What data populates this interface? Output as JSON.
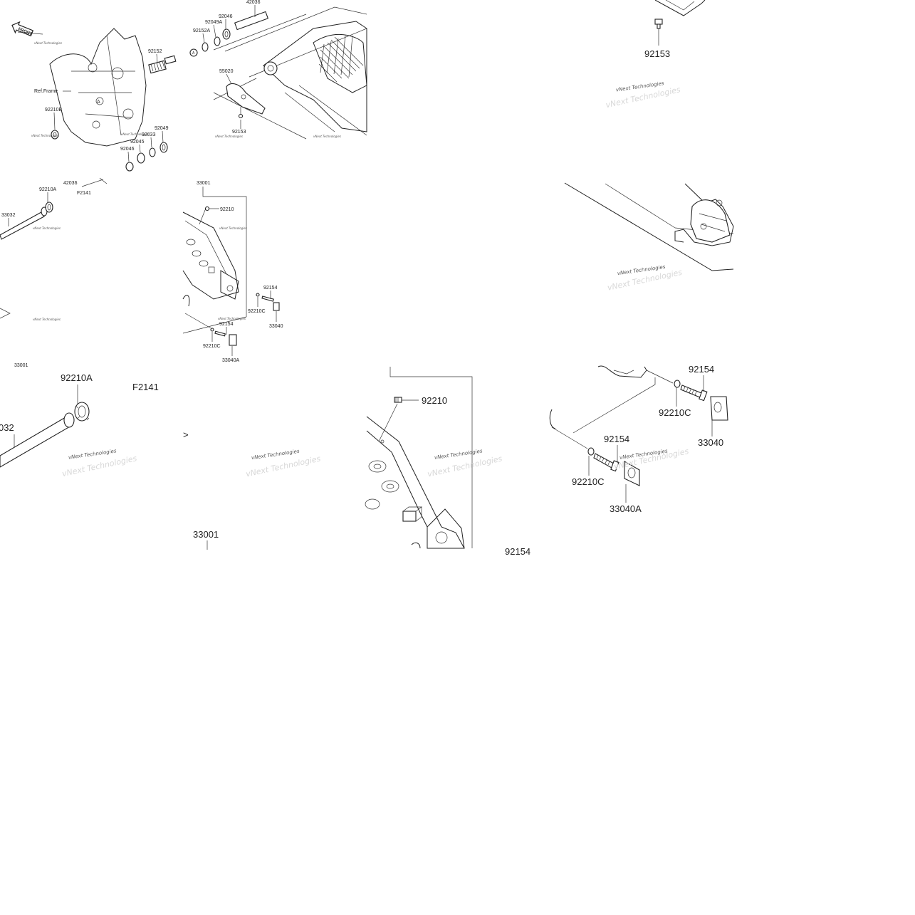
{
  "watermark": "vNext Technologies",
  "front_label": "FRONT",
  "ref_frame": "Ref.Frame",
  "circle_marker": "A",
  "figure_code": "F2141",
  "tile1": {
    "p42036": "42036",
    "p92046a": "92046",
    "p92049a": "92049A",
    "p92152a": "92152A",
    "p92152": "92152",
    "p55020": "55020",
    "p92153": "92153",
    "p92210b": "92210B",
    "p92049": "92049",
    "p92033": "92033",
    "p92045": "92045",
    "p92046b": "92046"
  },
  "tile2": {
    "p92153": "92153"
  },
  "tile3": {
    "p42036": "42036",
    "f2141": "F2141",
    "p92210a": "92210A",
    "p33032": "33032",
    "p33001": "33001"
  },
  "tile4": {
    "p33001": "33001",
    "p92210": "92210",
    "p92154a": "92154",
    "p92210c_a": "92210C",
    "p33040": "33040",
    "p92154b": "92154",
    "p92210c_b": "92210C",
    "p33040a": "33040A"
  },
  "tile5": {
    "p92210a": "92210A",
    "f2141": "F2141",
    "p33032": "032"
  },
  "tile6": {
    "p33001": "33001",
    "arrow": ">"
  },
  "tile7": {
    "p92210": "92210",
    "p92154": "92154"
  },
  "tile8": {
    "p92154a": "92154",
    "p92210c_a": "92210C",
    "p33040": "33040",
    "p92154b": "92154",
    "p92210c_b": "92210C",
    "p33040a": "33040A"
  }
}
